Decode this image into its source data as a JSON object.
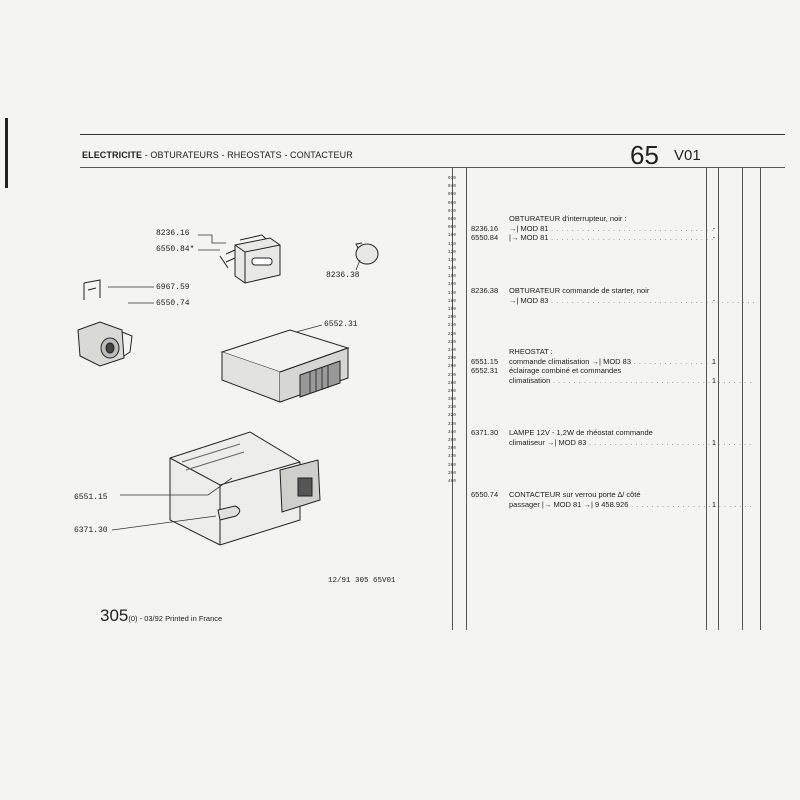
{
  "header": {
    "title_main": "ELECTRICITE",
    "title_rest": " - OBTURATEURS - RHEOSTATS - CONTACTEUR",
    "group": "65",
    "subgroup": "V01"
  },
  "line_numbers": [
    "030",
    "040",
    "050",
    "060",
    "070",
    "080",
    "090",
    "100",
    "110",
    "120",
    "130",
    "140",
    "150",
    "160",
    "170",
    "180",
    "190",
    "200",
    "210",
    "220",
    "230",
    "240",
    "250",
    "260",
    "270",
    "280",
    "290",
    "300",
    "310",
    "320",
    "330",
    "340",
    "350",
    "360",
    "370",
    "380",
    "390",
    "400"
  ],
  "callouts": {
    "c1": "8236.16",
    "c2": "6550.84*",
    "c3": "8236.38",
    "c4": "6967.59",
    "c5": "6550.74",
    "c6": "6552.31",
    "c7": "6551.15",
    "c8": "6371.30"
  },
  "entries": {
    "e1": {
      "title": "OBTURATEUR d'interrupteur, noir :",
      "r1_ref": "8236.16",
      "r1_desc": "→| MOD 81",
      "r1_qty": "-",
      "r2_ref": "6550.84",
      "r2_desc": "|→ MOD 81",
      "r2_qty": "-"
    },
    "e2": {
      "r1_ref": "8236.38",
      "r1_desc": "OBTURATEUR commande de starter, noir",
      "r2_desc": "→| MOD 83",
      "r2_qty": "-"
    },
    "e3": {
      "title": "RHEOSTAT :",
      "r1_ref": "6551.15",
      "r1_desc": "commande climatisation →| MOD 83",
      "r1_qty": "1",
      "r2_ref": "6552.31",
      "r2_desc": "éclairage combiné et commandes",
      "r3_desc": "climatisation",
      "r3_qty": "1"
    },
    "e4": {
      "r1_ref": "6371.30",
      "r1_desc": "LAMPE 12V - 1,2W de rhéostat commande",
      "r2_desc": "climatiseur →| MOD 83",
      "r2_qty": "1"
    },
    "e5": {
      "r1_ref": "6550.74",
      "r1_desc": "CONTACTEUR sur verrou porte  ∆/  côté",
      "r2_desc": "passager |→ MOD 81 →| 9 458.926",
      "r2_qty": "1"
    }
  },
  "footer": {
    "ref": "12/91  305  65V01",
    "model": "305",
    "model_sub": "(0)",
    "printed": " - 03/92 Printed in France"
  }
}
